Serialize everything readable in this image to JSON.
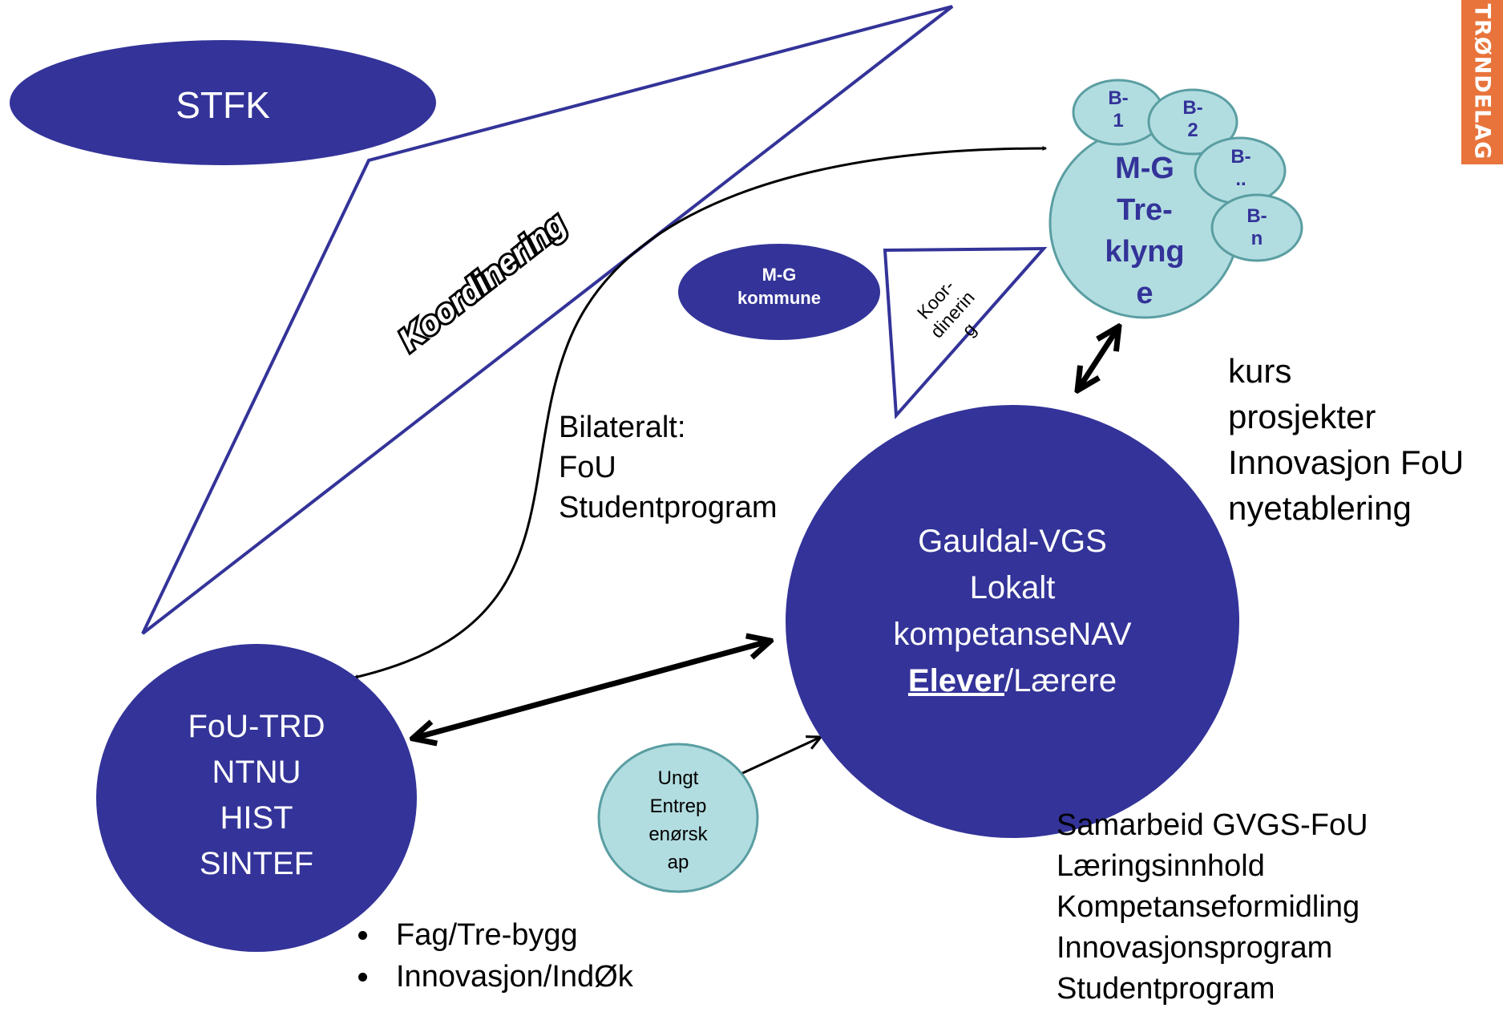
{
  "colors": {
    "dark_node": "#333399",
    "light_node": "#b2dde0",
    "light_stroke": "#5a9ea2",
    "badge": "#e8743b"
  },
  "badge_text": "TRØNDELAG",
  "nodes": {
    "stfk": "STFK",
    "mg_kommune_line1": "M-G",
    "mg_kommune_line2": "kommune",
    "mg_treklynge": [
      "M-G",
      "Tre-",
      "klyng",
      "e"
    ],
    "b1": [
      "B-",
      "1"
    ],
    "b2": [
      "B-",
      "2"
    ],
    "bdots": [
      "B-",
      ".."
    ],
    "bn": [
      "B-",
      "n"
    ],
    "gauldal": [
      "Gauldal-VGS",
      "Lokalt",
      "kompetanseNAV"
    ],
    "gauldal_elever": "Elever",
    "gauldal_larere": "/Lærere",
    "fou": [
      "FoU-TRD",
      "NTNU",
      "HIST",
      "SINTEF"
    ],
    "ungt": [
      "Ungt",
      "Entrep",
      "enørsk",
      "ap"
    ]
  },
  "labels": {
    "koordinering_big": "Koordinering",
    "koordinering_small": [
      "Koor-",
      "dinerin",
      "g"
    ],
    "bilateralt": [
      "Bilateralt:",
      "FoU",
      "Studentprogram"
    ],
    "right_list": [
      "kurs",
      "prosjekter",
      "Innovasjon FoU",
      "nyetablering"
    ],
    "bottom_right_list": [
      "Samarbeid GVGS-FoU",
      "Læringsinnhold",
      "Kompetanseformidling",
      "Innovasjonsprogram",
      "Studentprogram"
    ],
    "bullets": [
      "Fag/Tre-bygg",
      "Innovasjon/IndØk"
    ]
  }
}
